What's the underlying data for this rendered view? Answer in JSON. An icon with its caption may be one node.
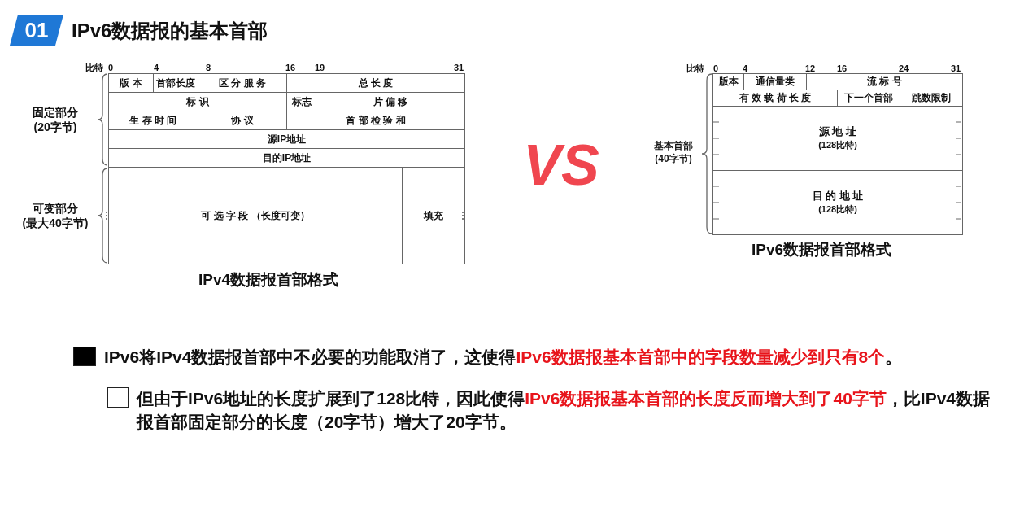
{
  "diagram": {
    "title": "IPv6数据报的基本首部",
    "nodes": [
      {
        "text": [
          "01"
        ]
      }
    ],
    "labels": [
      "比特",
      "0",
      "4",
      "8",
      "16",
      "19",
      "31",
      "固定部分 (20字节)",
      "版 本",
      "首部长度",
      "区 分 服 务",
      "总 长 度",
      "标 识",
      "标志",
      "片 偏 移",
      "生 存 时 间",
      "协 议",
      "首 部 检 验 和",
      "源IP地址",
      "目的IP地址",
      "可变部分 (最大40字节)",
      "可 选 字 段 （长度可变）",
      "填充",
      "IPv4数据报首部格式",
      "VS",
      "比特",
      "0",
      "4",
      "12",
      "16",
      "24",
      "31",
      "版本",
      "通信量类",
      "流 标 号",
      "有 效 载 荷 长 度",
      "下一个首部",
      "跳数限制",
      "基本首部 (40字节)",
      "源 地 址",
      "(128比特)",
      "目 的 地 址",
      "(128比特)",
      "IPv6数据报首部格式",
      "IPv6将IPv4数据报首部中不必要的功能取消了，这使得",
      "IPv6数据报基本首部中的字段数量减少到只有8个",
      "。",
      "但由于IPv6地址的长度扩展到了128比特，因此使得",
      "IPv6数据报基本首部的长度反而增大到了40字节",
      "，比IPv4数据报首部固定部分的长度（20字节）增大了20字节。"
    ]
  }
}
